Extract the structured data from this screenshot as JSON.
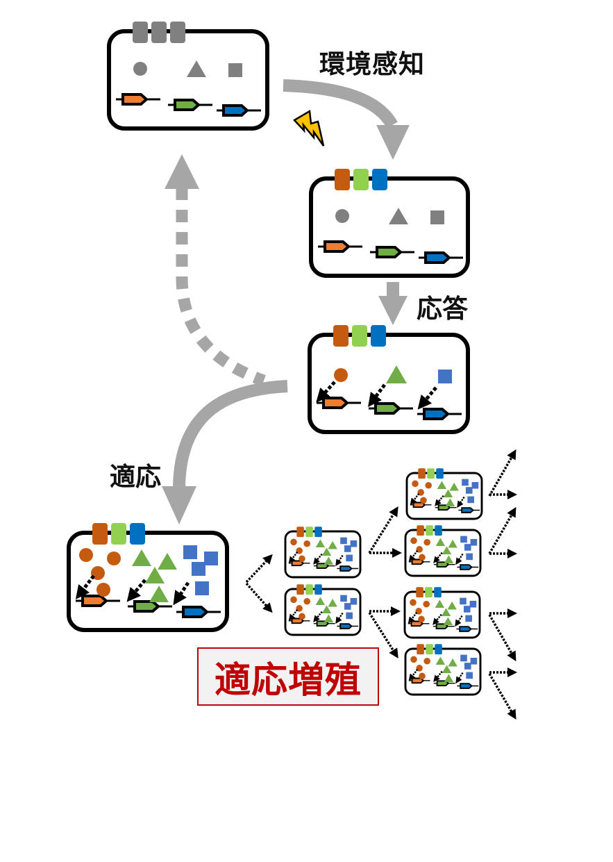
{
  "labels": {
    "sense": "環境感知",
    "response": "応答",
    "adapt": "適応",
    "title": "適応増殖"
  },
  "colors": {
    "outline": "#000000",
    "arrow_gray": "#a6a6a6",
    "inactive_gray": "#808080",
    "receptor_orange": "#c55a11",
    "receptor_green": "#92d050",
    "receptor_blue": "#0070c0",
    "gene_orange": "#ed7d31",
    "gene_green": "#70ad47",
    "gene_blue": "#0070c0",
    "molecule_orange": "#c55a11",
    "molecule_green": "#70ad47",
    "molecule_blue": "#4472c4",
    "lightning_fill": "#ffc000",
    "title_red": "#c00000",
    "title_bg": "#f2f2f2"
  },
  "stages": [
    {
      "name": "resting-cell",
      "state": "inactive"
    },
    {
      "name": "sensing-cell",
      "state": "sensing"
    },
    {
      "name": "responding-cell",
      "state": "responding"
    },
    {
      "name": "adapted-cell",
      "state": "adapted"
    }
  ],
  "proliferation": {
    "generation_1_cells": 2,
    "generation_2_cells": 4
  }
}
